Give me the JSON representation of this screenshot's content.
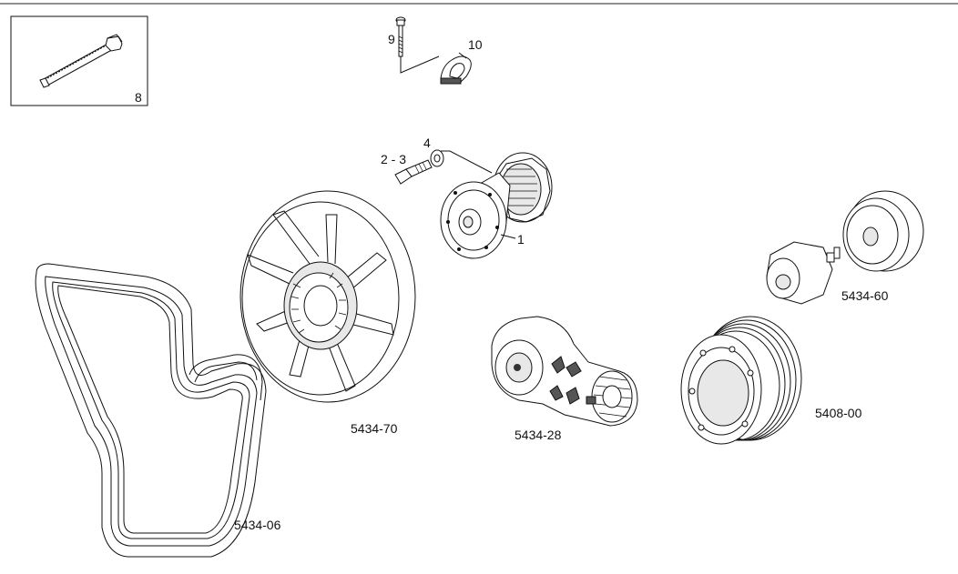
{
  "labels": {
    "part_8": "8",
    "part_9": "9",
    "part_10": "10",
    "part_2_3": "2 - 3",
    "part_4": "4",
    "part_1": "1",
    "part_5434_70": "5434-70",
    "part_5434_06": "5434-06",
    "part_5434_28": "5434-28",
    "part_5408_00": "5408-00",
    "part_5434_60": "5434-60"
  }
}
